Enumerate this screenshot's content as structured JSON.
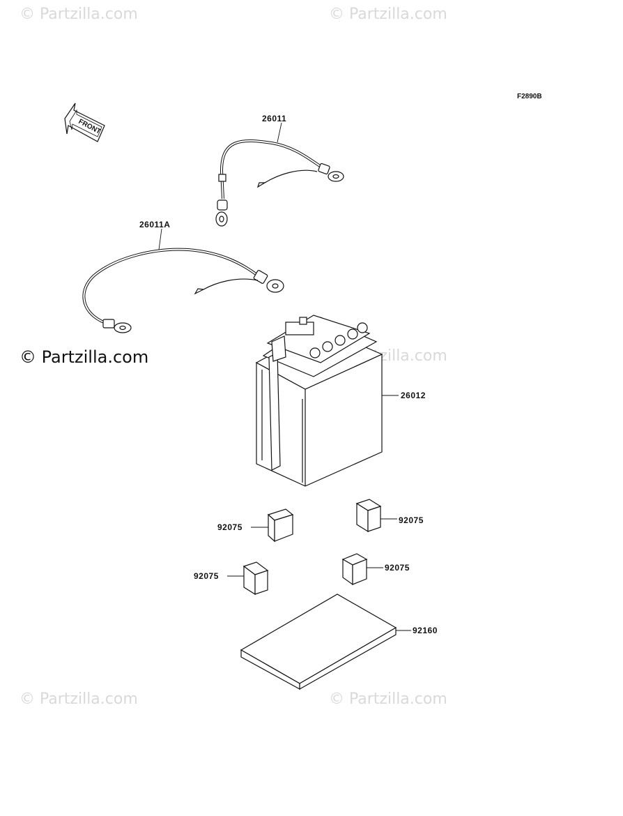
{
  "watermarks": {
    "top_left": "© Partzilla.com",
    "top_right": "© Partzilla.com",
    "middle_left": "© Partzilla.com",
    "middle_right": "© Partzilla.com",
    "bottom_left": "© Partzilla.com",
    "bottom_right": "© Partzilla.com"
  },
  "figure_code": "F2890B",
  "front_arrow_label": "FRONT",
  "parts": {
    "cable_positive": "26011",
    "cable_negative": "26011A",
    "battery": "26012",
    "pad_1": "92075",
    "pad_2": "92075",
    "pad_3": "92075",
    "pad_4": "92075",
    "plate": "92160"
  }
}
